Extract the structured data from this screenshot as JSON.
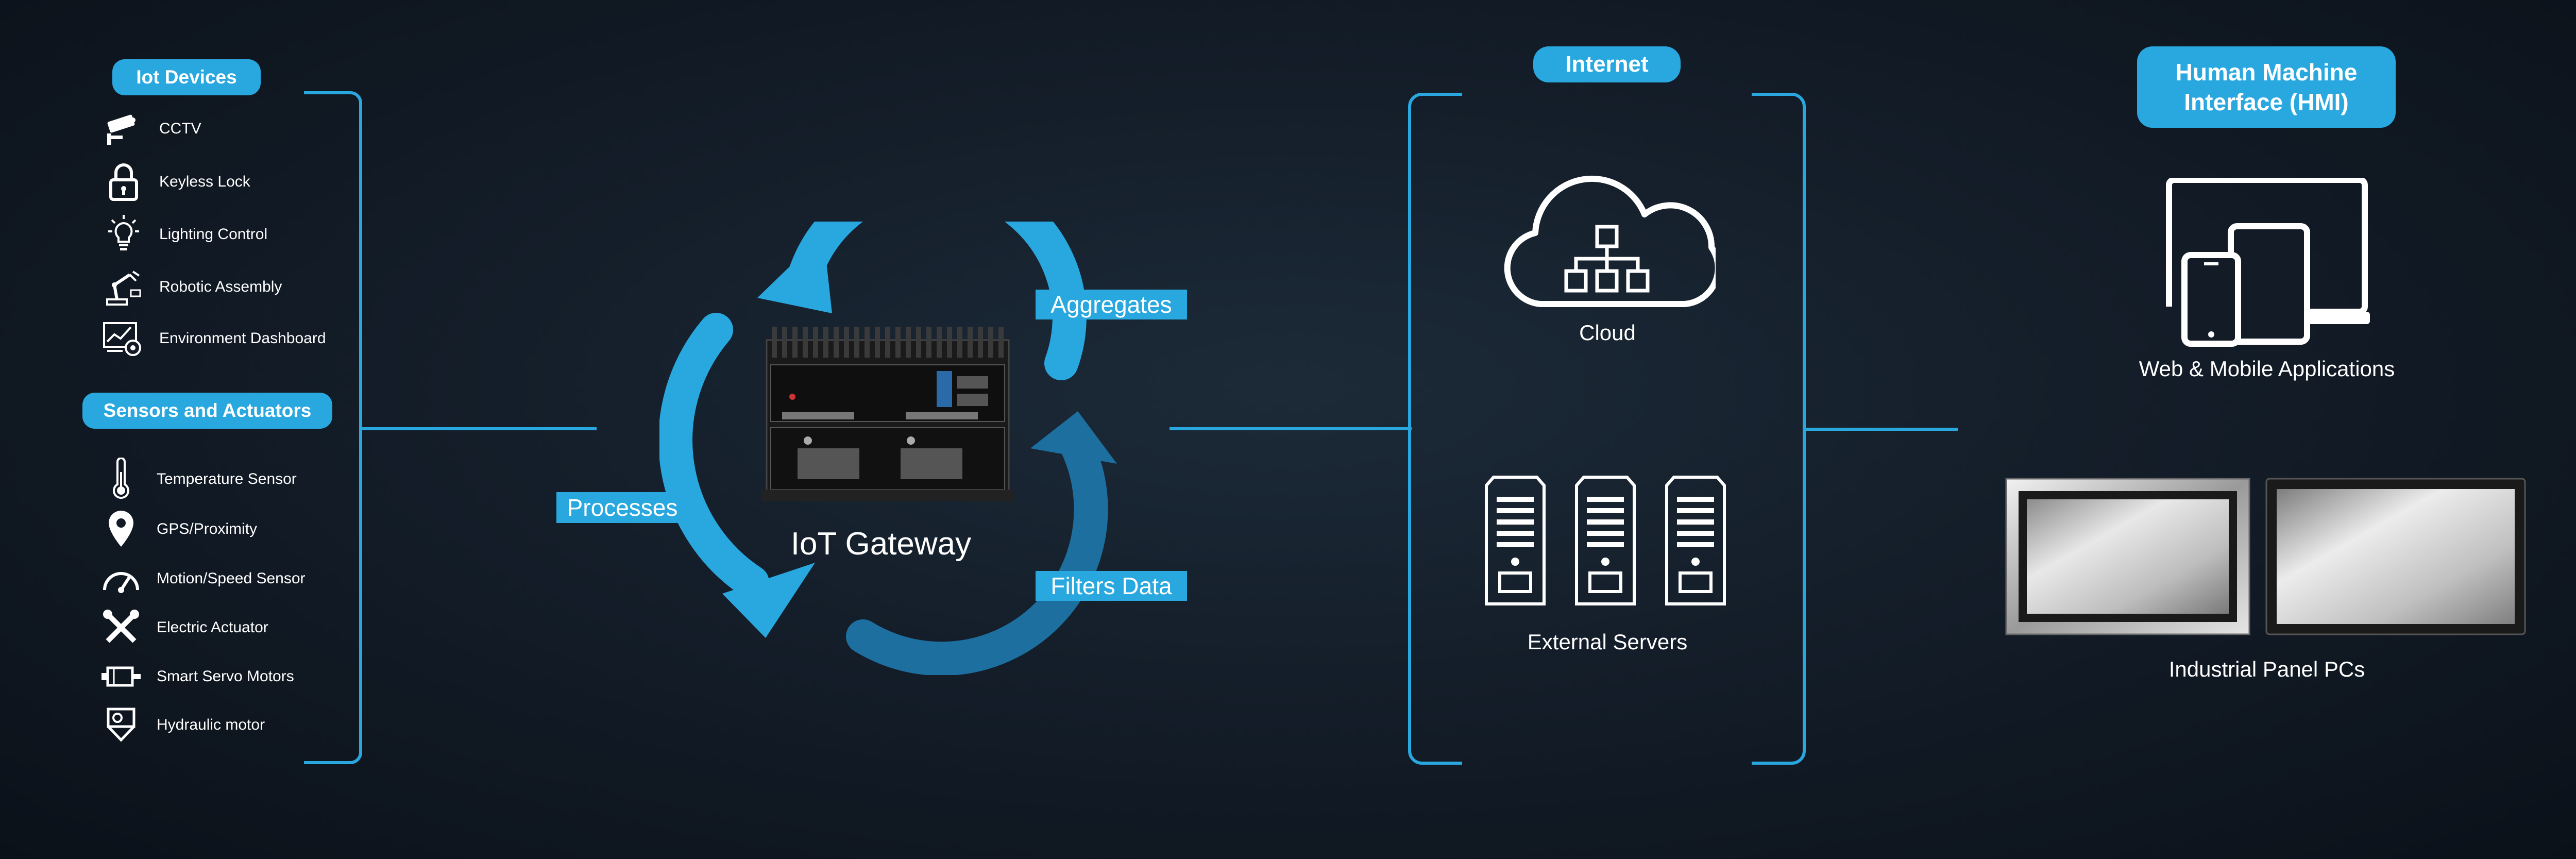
{
  "left": {
    "iot_devices_title": "Iot Devices",
    "iot_devices": [
      {
        "icon": "cctv-icon",
        "label": "CCTV"
      },
      {
        "icon": "lock-icon",
        "label": "Keyless Lock"
      },
      {
        "icon": "lightbulb-icon",
        "label": "Lighting Control"
      },
      {
        "icon": "robot-arm-icon",
        "label": "Robotic Assembly"
      },
      {
        "icon": "dashboard-icon",
        "label": "Environment Dashboard"
      }
    ],
    "sensors_title": "Sensors and Actuators",
    "sensors": [
      {
        "icon": "thermometer-icon",
        "label": "Temperature Sensor"
      },
      {
        "icon": "location-pin-icon",
        "label": "GPS/Proximity"
      },
      {
        "icon": "speedometer-icon",
        "label": "Motion/Speed Sensor"
      },
      {
        "icon": "tools-icon",
        "label": "Electric Actuator"
      },
      {
        "icon": "servo-motor-icon",
        "label": "Smart Servo Motors"
      },
      {
        "icon": "hydraulic-motor-icon",
        "label": "Hydraulic motor"
      }
    ]
  },
  "gateway": {
    "label": "IoT Gateway",
    "aggregates": "Aggregates",
    "processes": "Processes",
    "filters": "Filters Data"
  },
  "internet": {
    "title": "Internet",
    "cloud_label": "Cloud",
    "servers_label": "External Servers"
  },
  "hmi": {
    "title_line1": "Human Machine",
    "title_line2": "Interface (HMI)",
    "apps_label": "Web & Mobile Applications",
    "panels_label": "Industrial Panel PCs"
  },
  "colors": {
    "accent": "#29a8e0",
    "arrow_dark": "#1d6fa0",
    "bg": "#121b26"
  }
}
